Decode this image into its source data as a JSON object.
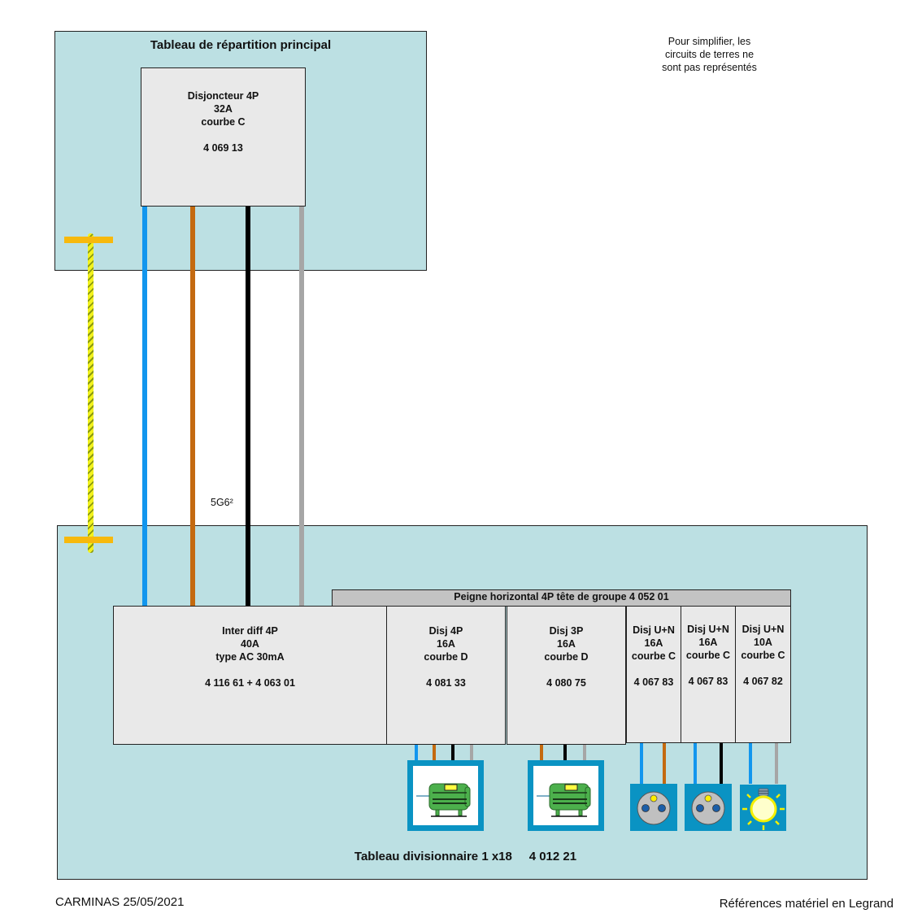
{
  "main_panel": {
    "title": "Tableau de répartition principal",
    "breaker": {
      "lines": [
        "Disjoncteur  4P",
        "32A",
        "courbe C"
      ],
      "ref": "4 069 13"
    }
  },
  "note": {
    "lines": [
      "Pour simplifier, les",
      "circuits de terres ne",
      "sont pas représentés"
    ]
  },
  "cable_label": "5G6²",
  "wire_colors": {
    "neutral": "#1296ee",
    "phase1": "#c46a10",
    "phase2": "#000000",
    "phase3": "#a6a6a6",
    "earth_stripe_a": "#f2f21e",
    "earth_stripe_b": "#8a9a10",
    "earth_bar": "#f7b90d"
  },
  "sub_panel": {
    "title": "Tableau divisionnaire 1 x18     4 012 21",
    "comb_label": "Peigne horizontal 4P tête de groupe 4 052 01",
    "rcd": {
      "lines": [
        "Inter diff 4P",
        "40A",
        "type AC 30mA"
      ],
      "ref": "4 116 61 + 4 063 01"
    },
    "breakers": [
      {
        "lines": [
          "Disj 4P",
          "16A",
          "courbe D"
        ],
        "ref": "4 081 33",
        "load": "motor"
      },
      {
        "lines": [
          "Disj 3P",
          "16A",
          "courbe D"
        ],
        "ref": "4 080 75",
        "load": "motor"
      },
      {
        "lines": [
          "Disj U+N",
          "16A",
          "courbe C"
        ],
        "ref": "4 067 83",
        "load": "socket"
      },
      {
        "lines": [
          "Disj U+N",
          "16A",
          "courbe C"
        ],
        "ref": "4 067 83",
        "load": "socket"
      },
      {
        "lines": [
          "Disj U+N",
          "10A",
          "courbe C"
        ],
        "ref": "4 067 82",
        "load": "lamp"
      }
    ]
  },
  "footer": {
    "author_date": "CARMINAS 25/05/2021",
    "references": "Références matériel en Legrand"
  }
}
